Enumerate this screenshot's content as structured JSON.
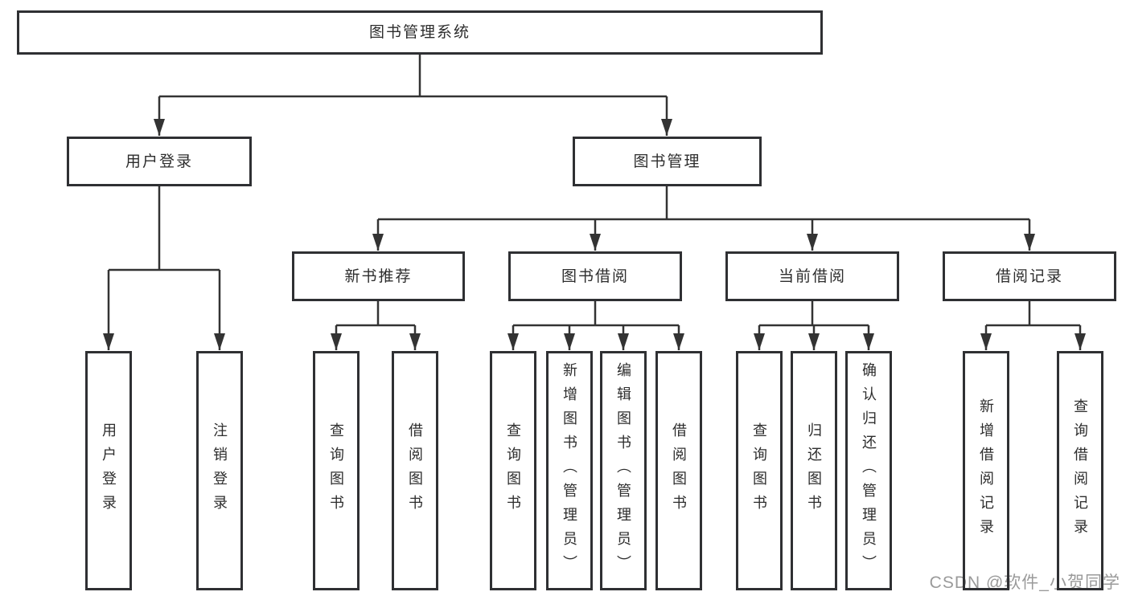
{
  "tree": {
    "root": "图书管理系统",
    "children": [
      {
        "label": "用户登录",
        "children": [
          {
            "label": "用户登录"
          },
          {
            "label": "注销登录"
          }
        ]
      },
      {
        "label": "图书管理",
        "children": [
          {
            "label": "新书推荐",
            "children": [
              {
                "label": "查询图书"
              },
              {
                "label": "借阅图书"
              }
            ]
          },
          {
            "label": "图书借阅",
            "children": [
              {
                "label": "查询图书"
              },
              {
                "label": "新增图书（管理员）"
              },
              {
                "label": "编辑图书（管理员）"
              },
              {
                "label": "借阅图书"
              }
            ]
          },
          {
            "label": "当前借阅",
            "children": [
              {
                "label": "查询图书"
              },
              {
                "label": "归还图书"
              },
              {
                "label": "确认归还（管理员）"
              }
            ]
          },
          {
            "label": "借阅记录",
            "children": [
              {
                "label": "新增借阅记录"
              },
              {
                "label": "查询借阅记录"
              }
            ]
          }
        ]
      }
    ]
  },
  "watermark": "CSDN @软件_小贺同学",
  "colors": {
    "line": "#333333",
    "box_border": "#2f3033",
    "box_fill": "#ffffff",
    "text": "#2d2d2d",
    "watermark": "#9a9a9a",
    "background": "#ffffff"
  }
}
